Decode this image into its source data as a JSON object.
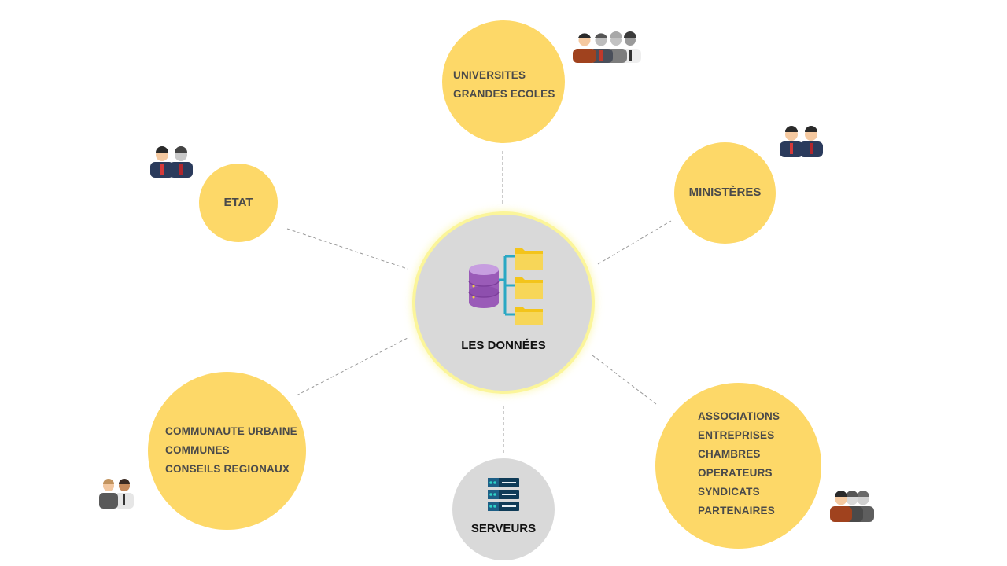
{
  "center": {
    "label": "LES DONNÉES",
    "icon": "database-folders-icon"
  },
  "nodes": {
    "universites": {
      "lines": [
        "UNIVERSITES",
        "GRANDES ECOLES"
      ]
    },
    "ministeres": {
      "label": "MINISTÈRES"
    },
    "etat": {
      "label": "ETAT"
    },
    "communaute": {
      "lines": [
        "COMMUNAUTE URBAINE",
        "COMMUNES",
        "CONSEILS REGIONAUX"
      ]
    },
    "associations": {
      "lines": [
        "ASSOCIATIONS",
        "ENTREPRISES",
        "CHAMBRES",
        "OPERATEURS",
        "SYNDICATS",
        "PARTENAIRES"
      ]
    },
    "serveurs": {
      "label": "SERVEURS",
      "icon": "server-icon"
    }
  },
  "colors": {
    "node_fill": "#fdd868",
    "center_fill": "#d9d9d9",
    "text": "#4a4a4a",
    "glow": "#fbf59a"
  }
}
